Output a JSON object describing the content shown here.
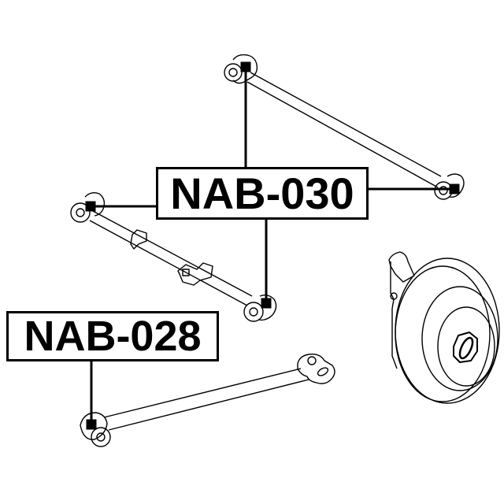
{
  "diagram": {
    "labels": [
      {
        "id": "NAB-030",
        "text": "NAB-030"
      },
      {
        "id": "NAB-028",
        "text": "NAB-028"
      }
    ],
    "components": [
      {
        "name": "upper-lateral-link",
        "part": "NAB-030"
      },
      {
        "name": "lower-lateral-link-adjustable",
        "part": "NAB-030"
      },
      {
        "name": "trailing-arm",
        "part": "NAB-028"
      },
      {
        "name": "brake-disc-hub-assembly",
        "part": ""
      }
    ],
    "colors": {
      "line": "#000000",
      "background": "#ffffff"
    }
  }
}
